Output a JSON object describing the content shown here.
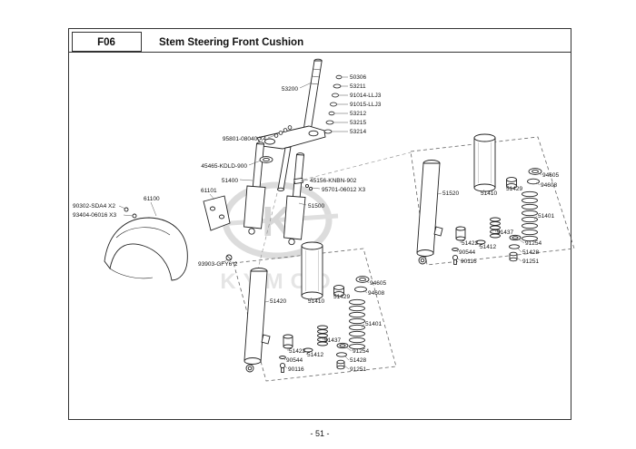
{
  "page": {
    "header": {
      "code": "F06",
      "title": "Stem Steering  Front Cushion"
    },
    "footer": {
      "page_number": "- 51 -"
    },
    "watermark": {
      "brand": "KYMCO",
      "monogram": "K"
    }
  },
  "labels": {
    "stem": "53200",
    "stack": [
      "50306",
      "53211",
      "91014-LLJ3",
      "91015-LLJ3",
      "53212",
      "53215",
      "53214"
    ],
    "stem_bolt": "95801-08040 X4",
    "bearing": "45465-KDLD-900",
    "fork_assy_left": "51400",
    "clip": "45156-KNBN-902",
    "clip_bolt": "95701-06012 X3",
    "fork_assy_right": "51500",
    "fender": "61100",
    "fender_stay": "61101",
    "fender_bolt_a": "90302-SDA4 X2",
    "fender_bolt_b": "93404-06016 X3",
    "fender_screw": "93903-GFY6*2",
    "center": {
      "outer_tube": "51420",
      "inner_tube": "51410",
      "spring_seat": "51429",
      "dust_seal": "94605",
      "stop_ring": "94608",
      "main_spring": "51401",
      "rebound_spring": "51437",
      "piston": "51422",
      "washer": "90544",
      "bolt": "90116",
      "piston_ring": "51412",
      "oil_seal": "91254",
      "backup_ring": "51428",
      "oil_lock": "91251"
    },
    "right": {
      "outer_tube": "51520",
      "inner_tube": "51410",
      "spring_seat": "51429",
      "dust_seal": "94605",
      "stop_ring": "94608",
      "main_spring": "51401",
      "rebound_spring": "51437",
      "piston": "51422",
      "washer": "90544",
      "bolt": "90116",
      "piston_ring": "51412",
      "oil_seal": "91254",
      "backup_ring": "51428",
      "oil_lock": "91251"
    }
  }
}
